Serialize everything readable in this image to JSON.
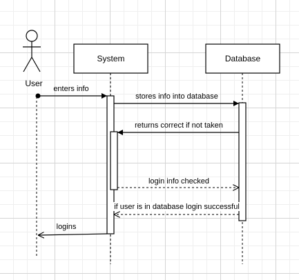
{
  "diagram": {
    "type": "sequence",
    "actor": {
      "label": "User"
    },
    "lifelines": [
      {
        "id": "system",
        "label": "System"
      },
      {
        "id": "database",
        "label": "Database"
      }
    ],
    "messages": [
      {
        "label": "enters info",
        "from": "user",
        "to": "system",
        "style": "sync-filled"
      },
      {
        "label": "stores info into database",
        "from": "system",
        "to": "database",
        "style": "sync-filled"
      },
      {
        "label": "returns correct if not taken",
        "from": "database",
        "to": "system",
        "style": "sync-filled"
      },
      {
        "label": "login info checked",
        "from": "system",
        "to": "database",
        "style": "dashed-open"
      },
      {
        "label": "if user is in database login successful",
        "from": "database",
        "to": "system",
        "style": "dashed-open"
      },
      {
        "label": "logins",
        "from": "system",
        "to": "user",
        "style": "sync-open"
      }
    ]
  }
}
